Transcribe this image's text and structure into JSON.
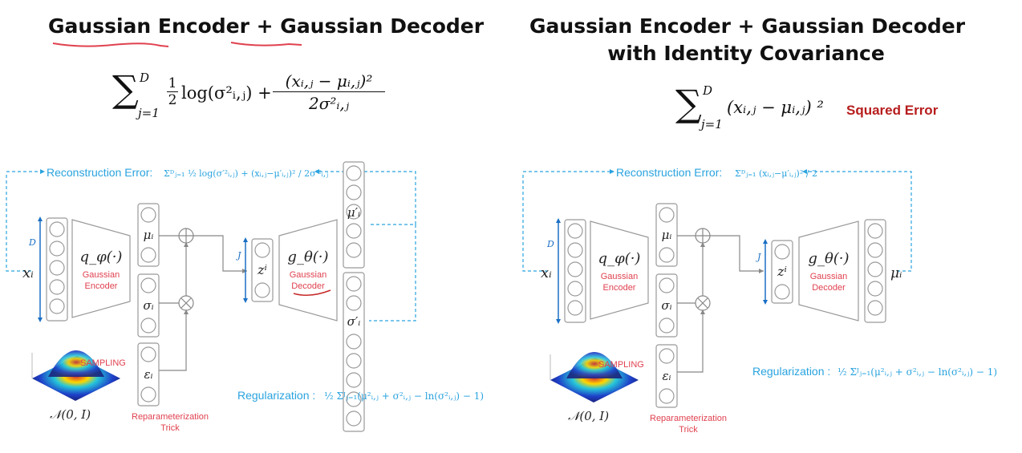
{
  "left": {
    "title_part1": "Gaussian",
    "title_part2": " Encoder + ",
    "title_part3": "Gaussian",
    "title_part4": " Decoder",
    "sum_sub": "j=1",
    "sum_sup": "D",
    "formula_term1": "log(σ²ᵢ,ⱼ) +",
    "formula_num": "(xᵢ,ⱼ − μᵢ,ⱼ)²",
    "formula_den": "2σ²ᵢ,ⱼ",
    "half_num": "1",
    "half_den": "2",
    "recon_label": "Reconstruction Error: ",
    "recon_formula": "Σᴰⱼ₌₁ ½ log(σ′²ᵢ,ⱼ) + (xᵢ,ⱼ−μ′ᵢ,ⱼ)² / 2σ′²ᵢ,ⱼ",
    "x_label": "xᵢ",
    "D_label": "D",
    "J_label": "J",
    "enc_func": "q_φ(·)",
    "enc_name1": "Gaussian",
    "enc_name2": "Encoder",
    "mu_label": "μᵢ",
    "sigma_label": "σᵢ",
    "eps_label": "εᵢ",
    "z_label": "zⁱ",
    "dec_func": "g_θ(·)",
    "dec_name1": "Gaussian",
    "dec_name2": "Decoder",
    "mu_prime": "μ′ᵢ",
    "sigma_prime": "σ′ᵢ",
    "sampling": "SAMPLING",
    "normal": "𝒩(0, I)",
    "reparam1": "Reparameterization",
    "reparam2": "Trick",
    "reg_label": "Regularization : ",
    "reg_formula": "½ Σᴶⱼ₌₁(μ²ᵢ,ⱼ + σ²ᵢ,ⱼ − ln(σ²ᵢ,ⱼ) − 1)"
  },
  "right": {
    "title_line1": "Gaussian Encoder + Gaussian Decoder",
    "title_line2": "with Identity Covariance",
    "sum_sub": "j=1",
    "sum_sup": "D",
    "formula": "(xᵢ,ⱼ − μᵢ,ⱼ) ²",
    "squared_error": "Squared Error",
    "recon_label": "Reconstruction Error: ",
    "recon_formula": "Σᴰⱼ₌₁ (xᵢ,ⱼ−μ′ᵢ,ⱼ)² / 2",
    "x_label": "xᵢ",
    "D_label": "D",
    "J_label": "J",
    "enc_func": "q_φ(·)",
    "enc_name1": "Gaussian",
    "enc_name2": "Encoder",
    "mu_label": "μᵢ",
    "sigma_label": "σᵢ",
    "eps_label": "εᵢ",
    "z_label": "zⁱ",
    "dec_func": "g_θ(·)",
    "dec_name1": "Gaussian",
    "dec_name2": "Decoder",
    "out_label": "μᵢ",
    "sampling": "SAMPLING",
    "normal": "𝒩(0, I)",
    "reparam1": "Reparameterization",
    "reparam2": "Trick",
    "reg_label": "Regularization : ",
    "reg_formula": "½ Σᴶⱼ₌₁(μ²ᵢ,ⱼ + σ²ᵢ,ⱼ − ln(σ²ᵢ,ⱼ) − 1)"
  },
  "colors": {
    "blue": "#29a3df",
    "red": "#e0414f",
    "dark_red": "#b71c1c",
    "gray": "#888888"
  }
}
